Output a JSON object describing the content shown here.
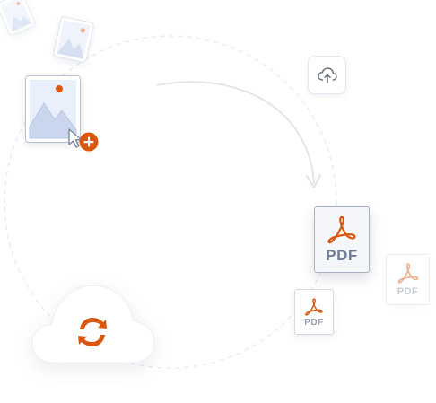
{
  "diagram": {
    "colors": {
      "accent": "#d9570f",
      "card_border": "#d9dde8",
      "image_fill": "#eaf0fb",
      "mountain_fill": "#c9d6ee",
      "sun": "#d9570f",
      "pdf_text": "#6f7c97",
      "guide_circle": "#e3e7ee",
      "arrow": "#dfe3ea"
    },
    "icons": {
      "image": "image-icon",
      "cursor": "cursor-arrow-icon",
      "add": "plus-icon",
      "upload": "cloud-upload-icon",
      "pdf": "acrobat-pdf-icon",
      "convert": "refresh-arrows-icon",
      "cloud": "cloud-icon"
    },
    "pdf_main": {
      "label": "PDF"
    },
    "pdf_small": {
      "label": "PDF"
    },
    "pdf_faded": {
      "label": "PDF"
    }
  }
}
